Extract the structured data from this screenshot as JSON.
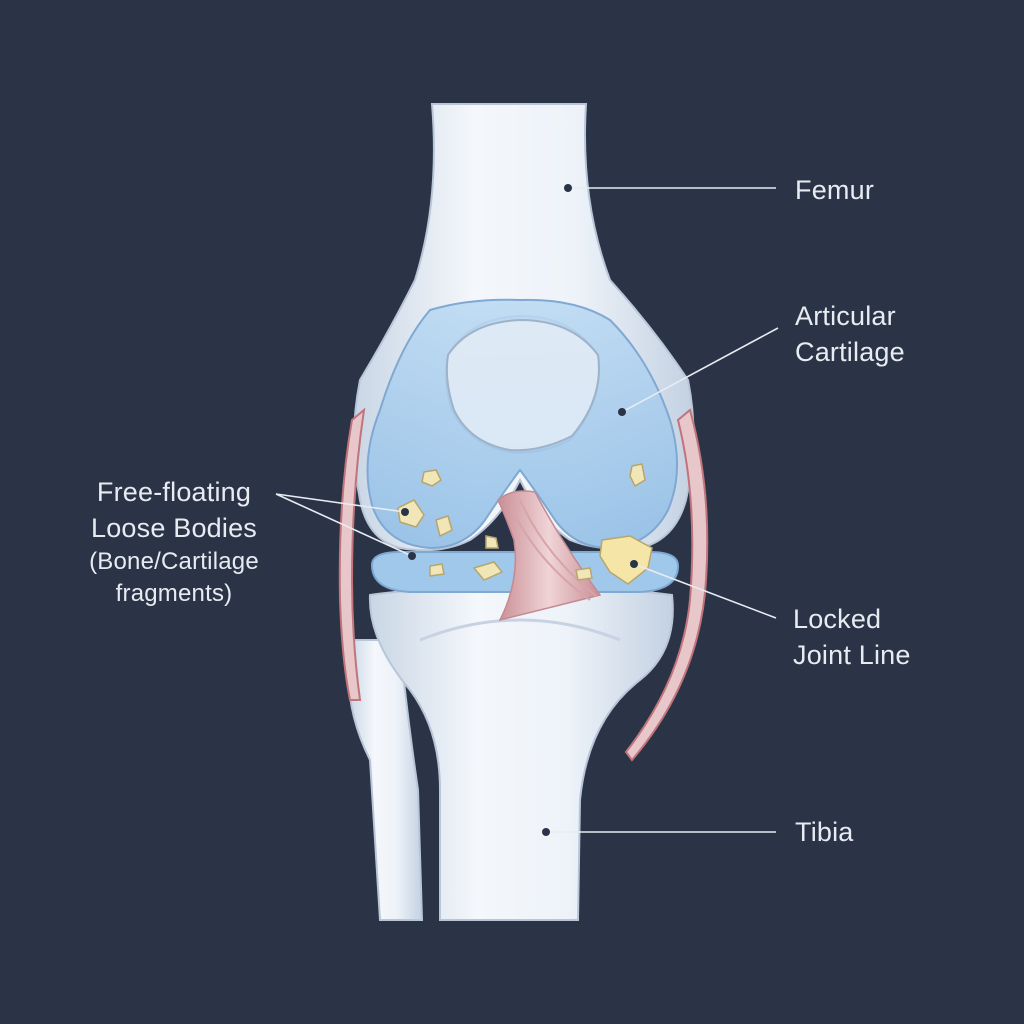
{
  "labels": {
    "femur": "Femur",
    "articular_cartilage": [
      "Articular",
      "Cartilage"
    ],
    "loose_bodies": [
      "Free-floating",
      "Loose Bodies",
      "(Bone/Cartilage",
      "fragments)"
    ],
    "locked_joint_line": [
      "Locked",
      "Joint Line"
    ],
    "tibia": "Tibia"
  },
  "colors": {
    "background": "#2b3447",
    "bone": "#e6edf5",
    "cartilage": "#a8cdee",
    "ligament": "#e3b9bd",
    "fragment": "#f1e6b8",
    "leader_line": "#e8ecf2"
  }
}
